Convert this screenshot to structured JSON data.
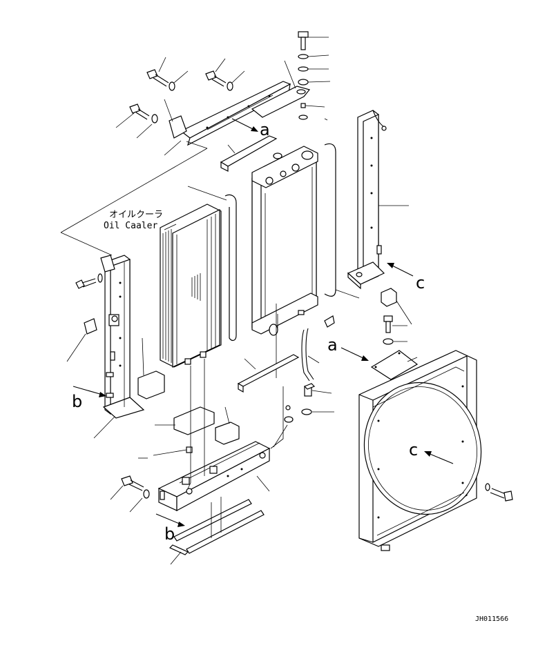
{
  "caption": {
    "japanese": "オイルクーラ",
    "english": "Oil Caaler"
  },
  "callouts": {
    "a": "a",
    "b": "b",
    "c": "c"
  },
  "drawing_code": "JH011566"
}
